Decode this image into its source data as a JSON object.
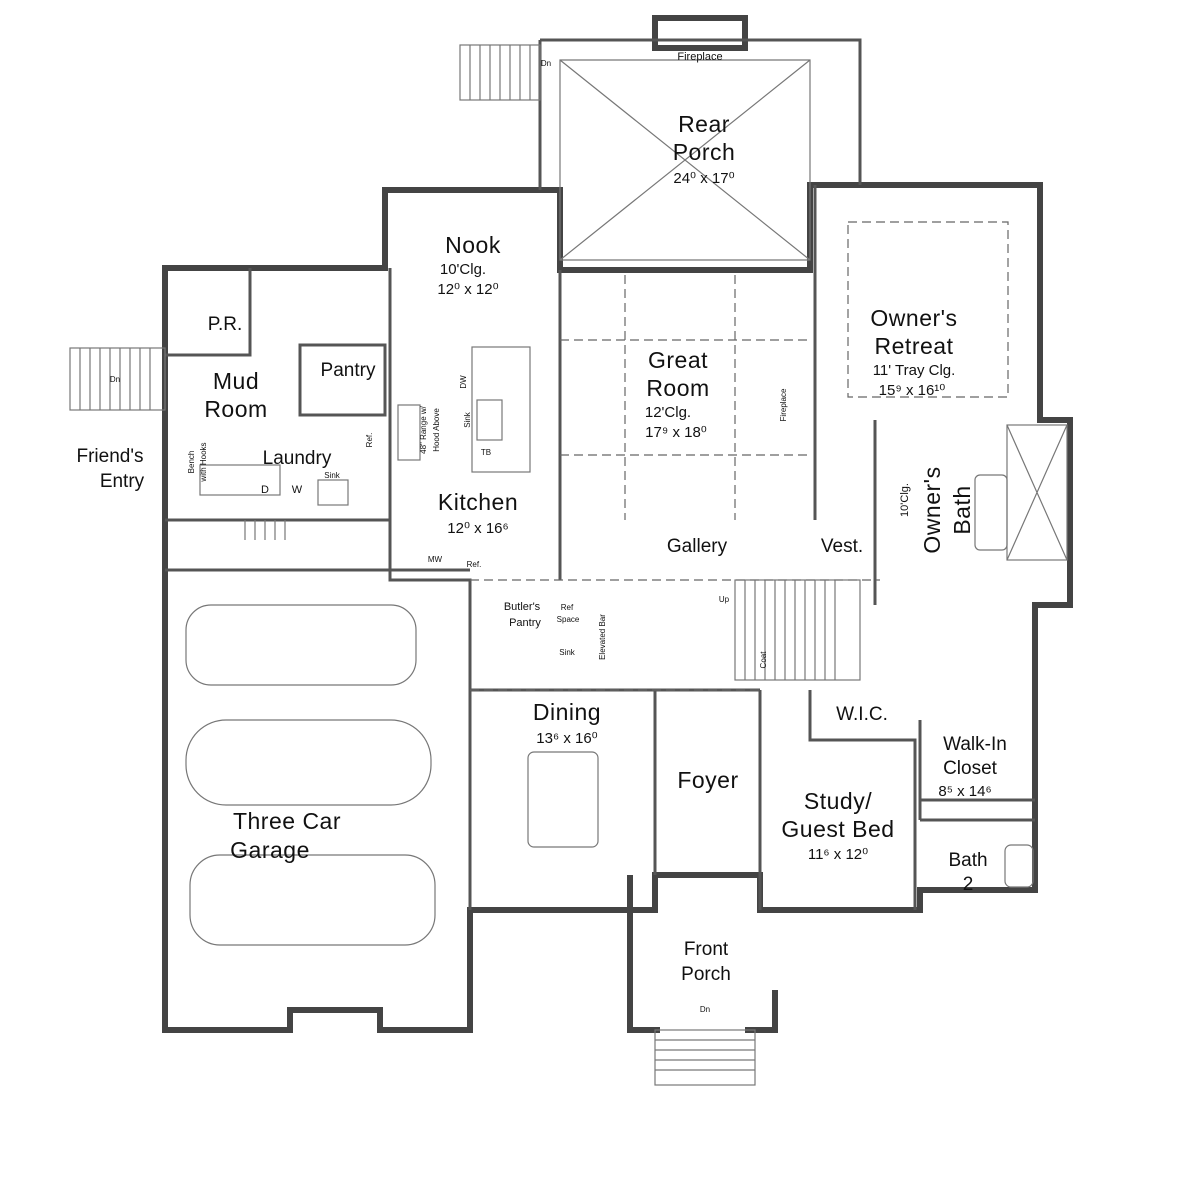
{
  "rooms": {
    "rear_porch": {
      "name1": "Rear",
      "name2": "Porch",
      "dims": "24⁰ x 17⁰"
    },
    "nook": {
      "name": "Nook",
      "ceiling": "10'Clg.",
      "dims": "12⁰ x 12⁰"
    },
    "great_room": {
      "name1": "Great",
      "name2": "Room",
      "ceiling": "12'Clg.",
      "dims": "17⁹ x 18⁰"
    },
    "owners_retreat": {
      "name1": "Owner's",
      "name2": "Retreat",
      "ceiling": "11' Tray Clg.",
      "dims": "15⁹ x 16¹⁰"
    },
    "owners_bath": {
      "name1": "Owner's",
      "name2": "Bath",
      "ceiling": "10'Clg."
    },
    "pr": {
      "name": "P.R."
    },
    "mud_room": {
      "name1": "Mud",
      "name2": "Room"
    },
    "pantry": {
      "name": "Pantry"
    },
    "laundry": {
      "name": "Laundry"
    },
    "kitchen": {
      "name": "Kitchen",
      "dims": "12⁰ x 16⁶"
    },
    "gallery": {
      "name": "Gallery"
    },
    "vest": {
      "name": "Vest."
    },
    "butlers_pantry": {
      "name1": "Butler's",
      "name2": "Pantry"
    },
    "dining": {
      "name": "Dining",
      "dims": "13⁶ x 16⁰"
    },
    "foyer": {
      "name": "Foyer"
    },
    "wic": {
      "name": "W.I.C."
    },
    "walk_in_closet": {
      "name1": "Walk-In",
      "name2": "Closet",
      "dims": "8⁵ x 14⁶"
    },
    "study": {
      "name1": "Study/",
      "name2": "Guest Bed",
      "dims": "11⁶ x 12⁰"
    },
    "bath2": {
      "name1": "Bath",
      "name2": "2"
    },
    "garage": {
      "name1": "Three Car",
      "name2": "Garage"
    },
    "front_porch": {
      "name1": "Front",
      "name2": "Porch"
    },
    "friends_entry": {
      "name1": "Friend's",
      "name2": "Entry"
    }
  },
  "fixtures": {
    "fireplace": "Fireplace",
    "fireplace2": "Fireplace",
    "dn": "Dn",
    "dn_side": "Dn",
    "dn_front": "Dn",
    "up": "Up",
    "dw": "DW",
    "sink_island": "Sink",
    "tb": "TB",
    "range1": "48\" Range w/",
    "range2": "Hood Above",
    "mw": "MW",
    "ref_kitchen": "Ref.",
    "ref_laundry": "Ref.",
    "ref_space1": "Ref",
    "ref_space2": "Space",
    "sink_butler": "Sink",
    "elevated_bar": "Elevated Bar",
    "sink_laundry": "Sink",
    "dryer": "D",
    "washer": "W",
    "bench1": "Bench",
    "bench2": "with Hooks",
    "coat": "Coat"
  }
}
